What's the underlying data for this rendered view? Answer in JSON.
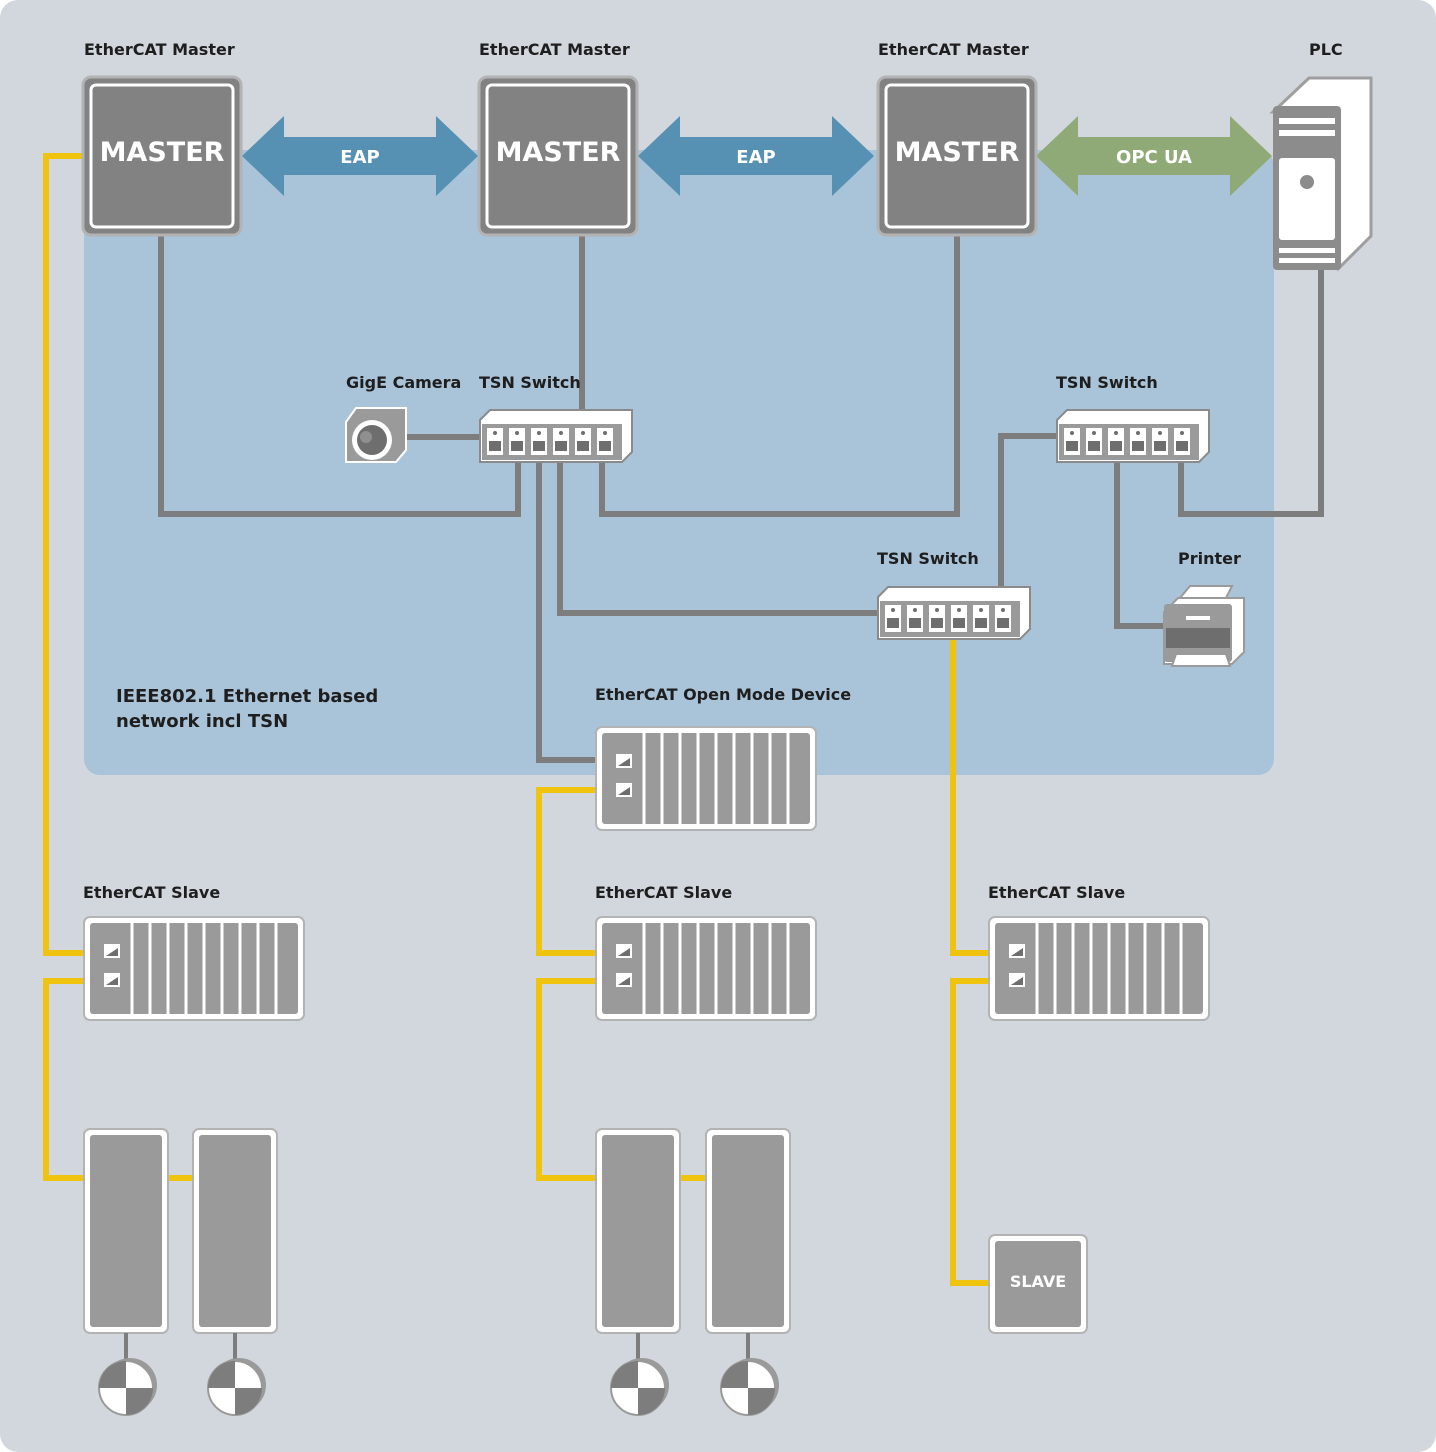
{
  "masters": [
    {
      "label": "EtherCAT Master",
      "text": "MASTER"
    },
    {
      "label": "EtherCAT Master",
      "text": "MASTER"
    },
    {
      "label": "EtherCAT Master",
      "text": "MASTER"
    }
  ],
  "plc": {
    "label": "PLC"
  },
  "links": [
    {
      "text": "EAP",
      "color": "#5691b4"
    },
    {
      "text": "EAP",
      "color": "#5691b4"
    },
    {
      "text": "OPC UA",
      "color": "#8faa77"
    }
  ],
  "camera": {
    "label": "GigE Camera"
  },
  "switches": [
    {
      "label": "TSN Switch"
    },
    {
      "label": "TSN Switch"
    },
    {
      "label": "TSN Switch"
    }
  ],
  "printer": {
    "label": "Printer"
  },
  "network": {
    "line1": "IEEE802.1 Ethernet based",
    "line2": "network incl TSN"
  },
  "open_mode_device": {
    "label": "EtherCAT Open Mode Device"
  },
  "slaves": [
    {
      "label": "EtherCAT Slave"
    },
    {
      "label": "EtherCAT Slave"
    },
    {
      "label": "EtherCAT Slave"
    }
  ],
  "slave_box": {
    "text": "SLAVE"
  },
  "colors": {
    "background": "#d1d7dc",
    "network_area": "#a9c3d8",
    "cable_ethercat": "#f0c30f",
    "cable_ethernet": "#7d7d7d",
    "master_fill": "#828282"
  }
}
